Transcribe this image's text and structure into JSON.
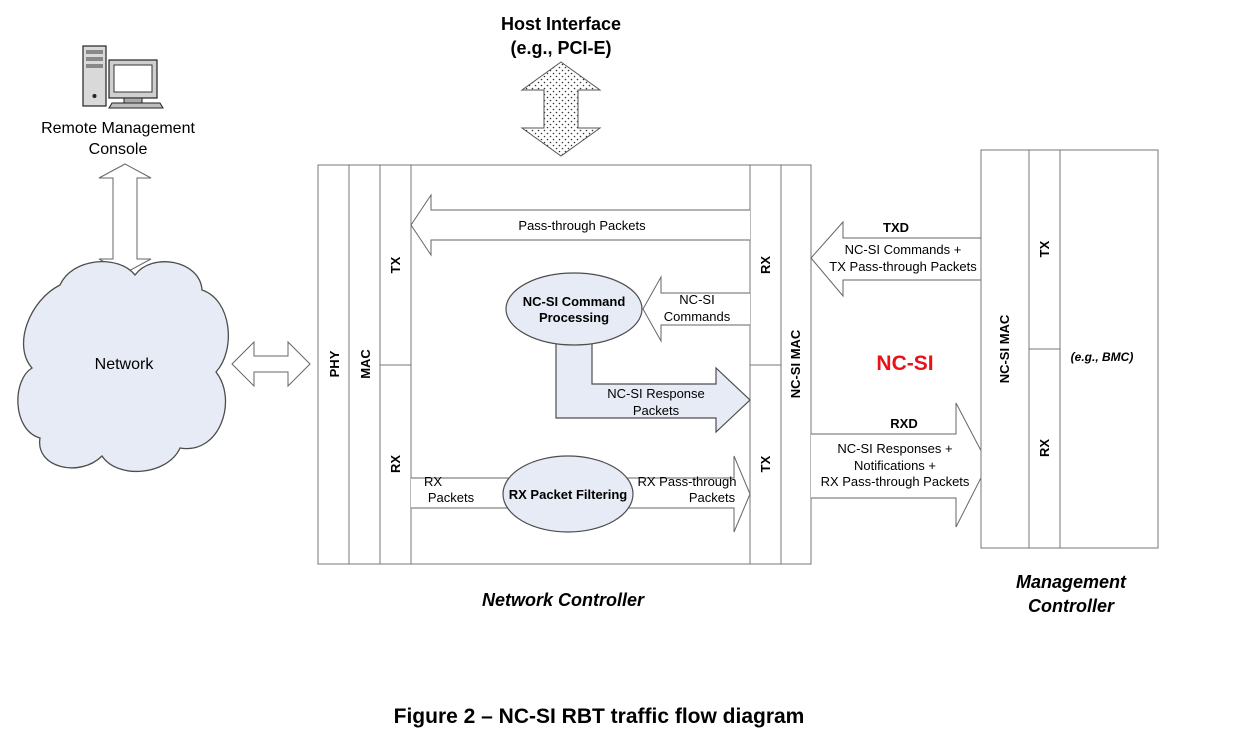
{
  "host_interface": {
    "title": "Host Interface",
    "subtitle": "(e.g., PCI-E)"
  },
  "remote_console": {
    "line1": "Remote Management",
    "line2": "Console"
  },
  "network": {
    "label": "Network"
  },
  "network_controller": {
    "caption": "Network Controller",
    "phy_label": "PHY",
    "mac_label": "MAC",
    "tx_label": "TX",
    "rx_label": "RX",
    "ncsi_rx_label": "RX",
    "ncsi_tx_label": "TX",
    "ncsi_mac_label": "NC-SI MAC",
    "passthrough_label": "Pass-through Packets",
    "cmd_processing_line1": "NC-SI Command",
    "cmd_processing_line2": "Processing",
    "commands_line1": "NC-SI",
    "commands_line2": "Commands",
    "response_line1": "NC-SI Response",
    "response_line2": "Packets",
    "rx_packets_line1": "RX",
    "rx_packets_line2": "Packets",
    "rx_filtering": "RX Packet Filtering",
    "rx_passthrough_line1": "RX Pass-through",
    "rx_passthrough_line2": "Packets"
  },
  "ncsi": {
    "label": "NC-SI",
    "label_color": "#e8131a",
    "txd_label": "TXD",
    "txd_line1": "NC-SI Commands +",
    "txd_line2": "TX Pass-through Packets",
    "rxd_label": "RXD",
    "rxd_line1": "NC-SI Responses +",
    "rxd_line2": "Notifications +",
    "rxd_line3": "RX Pass-through Packets"
  },
  "management_controller": {
    "caption_line1": "Management",
    "caption_line2": "Controller",
    "tx_label": "TX",
    "rx_label": "RX",
    "ncsi_mac_label": "NC-SI MAC",
    "example": "(e.g., BMC)"
  },
  "figure_caption": "Figure 2 – NC-SI RBT traffic flow diagram",
  "colors": {
    "fill_light_blue": "#e7ebf5",
    "stroke": "#4d4d4d"
  },
  "icons": {
    "computer": "desktop-computer-icon",
    "cloud": "cloud-shape"
  }
}
